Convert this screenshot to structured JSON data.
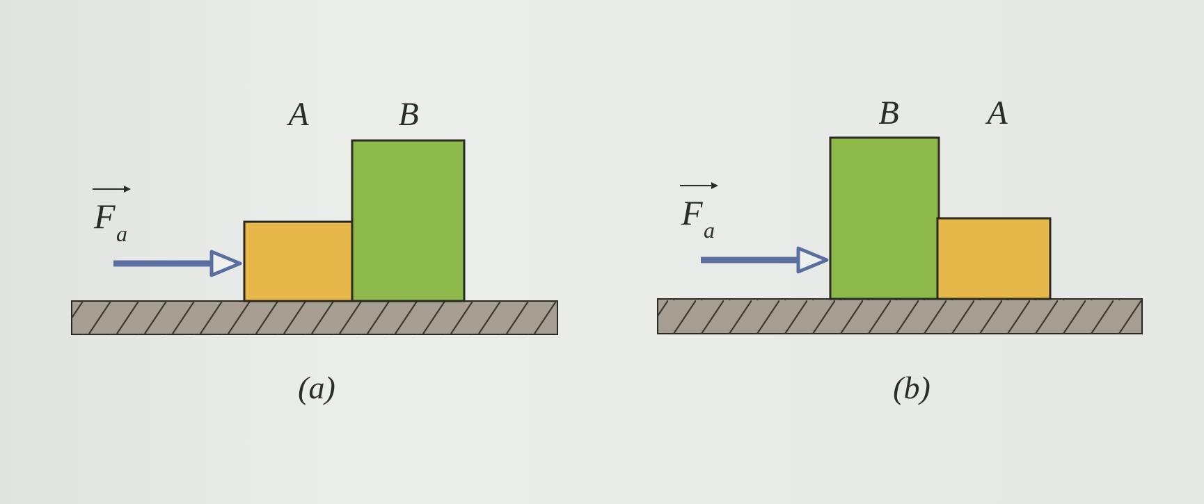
{
  "panel_a": {
    "block_left_label": "A",
    "block_right_label": "B",
    "force_symbol": "F",
    "force_subscript": "a",
    "caption": "(a)"
  },
  "panel_b": {
    "block_left_label": "B",
    "block_right_label": "A",
    "force_symbol": "F",
    "force_subscript": "a",
    "caption": "(b)"
  },
  "colors": {
    "block_A": "#e6b84a",
    "block_B": "#8db84a",
    "arrow": "#5a6fa0",
    "ground_fill": "#a69e93",
    "outline": "#2a2a22"
  }
}
